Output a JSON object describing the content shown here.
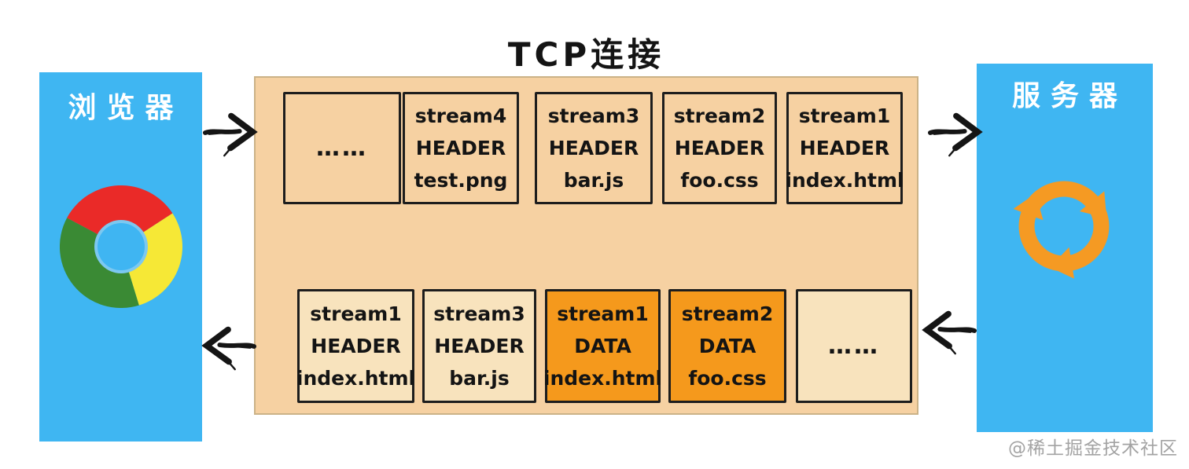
{
  "title": "TCP连接",
  "browser": {
    "label": "浏览器",
    "logo_icon": "chrome-logo"
  },
  "server": {
    "label": "服务器",
    "logo_icon": "refresh-arrows"
  },
  "tcp": {
    "top_row": [
      {
        "lines": [
          "……"
        ]
      },
      {
        "lines": [
          "stream4",
          "HEADER",
          "test.png"
        ]
      },
      {
        "lines": [
          "stream3",
          "HEADER",
          "bar.js"
        ]
      },
      {
        "lines": [
          "stream2",
          "HEADER",
          "foo.css"
        ]
      },
      {
        "lines": [
          "stream1",
          "HEADER",
          "index.html"
        ]
      }
    ],
    "bottom_row": [
      {
        "lines": [
          "stream1",
          "HEADER",
          "index.html"
        ]
      },
      {
        "lines": [
          "stream3",
          "HEADER",
          "bar.js"
        ]
      },
      {
        "lines": [
          "stream1",
          "DATA",
          "index.html"
        ],
        "highlight": true
      },
      {
        "lines": [
          "stream2",
          "DATA",
          "foo.css"
        ],
        "highlight": true
      },
      {
        "lines": [
          "……"
        ]
      }
    ]
  },
  "watermark": "@稀土掘金技术社区",
  "colors": {
    "panel_blue": "#3fb6f2",
    "container_tan": "#f6d1a2",
    "frame_cream": "#f8e3bd",
    "frame_orange": "#f5991c",
    "chrome_red": "#ea2a28",
    "chrome_green": "#3a8a34",
    "chrome_yellow": "#f6e836",
    "chrome_hub_blue": "#3fb5f2",
    "server_icon_orange": "#f59a23",
    "ink": "#1d1d1d",
    "watermark_gray": "#a3a3a3"
  }
}
